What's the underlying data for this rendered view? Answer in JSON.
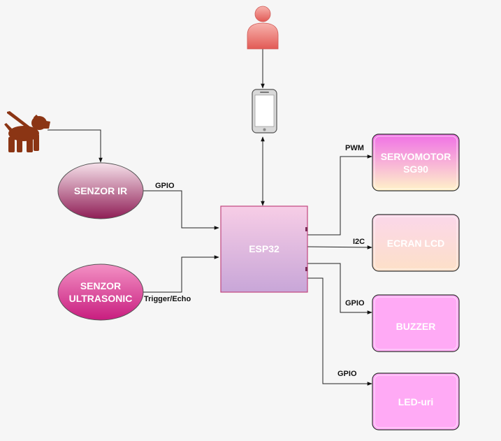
{
  "nodes": {
    "senzor_ir": "SENZOR IR",
    "senzor_ultrasonic_line1": "SENZOR",
    "senzor_ultrasonic_line2": "ULTRASONIC",
    "esp32": "ESP32",
    "servomotor_line1": "SERVOMOTOR",
    "servomotor_line2": "SG90",
    "ecran_lcd": "ECRAN LCD",
    "buzzer": "BUZZER",
    "led_uri": "LED-uri"
  },
  "edge_labels": {
    "ir_to_esp": "GPIO",
    "ultrasonic_to_esp": "Trigger/Echo",
    "esp_to_servo": "PWM",
    "esp_to_lcd": "I2C",
    "esp_to_buzzer": "GPIO",
    "esp_to_led": "GPIO"
  },
  "icons": {
    "dog": "dog-walking-icon",
    "person": "user-icon",
    "phone": "smartphone-icon"
  },
  "colors": {
    "background": "#f6f6f6",
    "esp_top": "#f7cde6",
    "esp_bottom": "#c8a6d8",
    "esp_border": "#c0467e",
    "ir_top": "#f6e1ea",
    "ir_bottom": "#8f1e56",
    "ultra_top": "#f391c4",
    "ultra_bottom": "#c81d7f",
    "servo_top": "#f070e6",
    "servo_bottom": "#fff3c9",
    "lcd_top": "#fbd7ea",
    "lcd_bottom": "#fde0c8",
    "buzzer_fill": "#ffaaf5",
    "led_fill": "#ffaaf5",
    "box_border": "#333333",
    "dog": "#8b3514",
    "person_top": "#f7b3ad",
    "person_bottom": "#e25a55"
  }
}
